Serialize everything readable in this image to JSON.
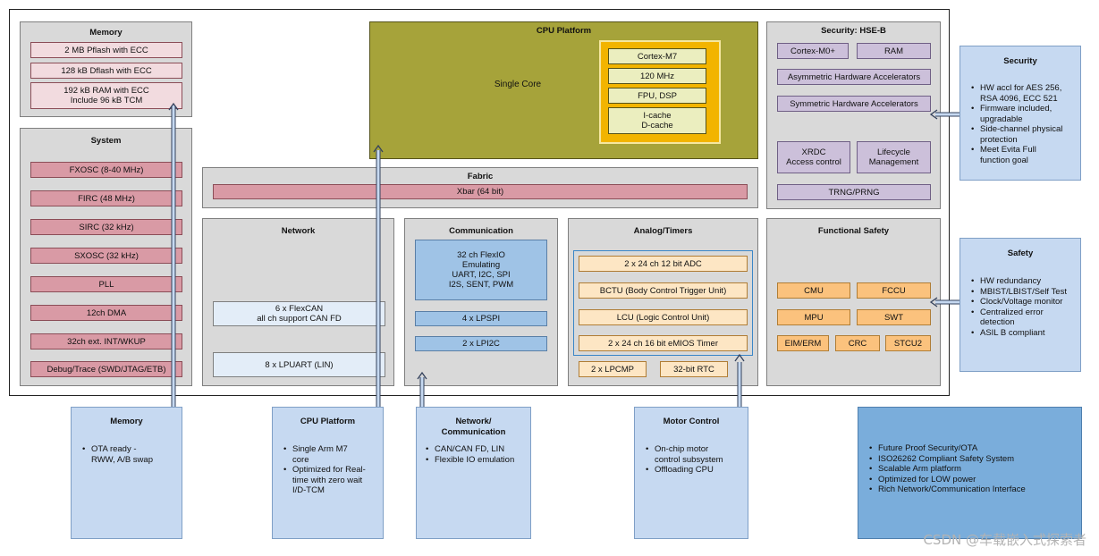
{
  "memory_block": {
    "title": "Memory",
    "items": [
      "2 MB Pflash with ECC",
      "128 kB Dflash with ECC",
      "192 kB RAM with ECC\nInclude 96 kB TCM"
    ]
  },
  "system_block": {
    "title": "System",
    "items": [
      "FXOSC (8-40 MHz)",
      "FIRC (48 MHz)",
      "SIRC (32 kHz)",
      "SXOSC (32 kHz)",
      "PLL",
      "12ch DMA",
      "32ch ext. INT/WKUP",
      "Debug/Trace (SWD/JTAG/ETB)"
    ]
  },
  "cpu_block": {
    "title": "CPU Platform",
    "single_core": "Single Core",
    "core_items": [
      "Cortex-M7",
      "120 MHz",
      "FPU, DSP",
      "I-cache\nD-cache"
    ]
  },
  "security_block": {
    "title": "Security: HSE-B",
    "cortex": "Cortex-M0+",
    "ram": "RAM",
    "asym": "Asymmetric Hardware Accelerators",
    "sym": "Symmetric Hardware Accelerators",
    "xrdc": "XRDC\nAccess control",
    "lifecycle": "Lifecycle\nManagement",
    "trng": "TRNG/PRNG"
  },
  "fabric_block": {
    "title": "Fabric",
    "xbar": "Xbar (64 bit)"
  },
  "network_block": {
    "title": "Network",
    "items": [
      "6 x FlexCAN\nall ch support CAN FD",
      "8 x LPUART (LIN)"
    ]
  },
  "communication_block": {
    "title": "Communication",
    "items": [
      "32 ch FlexIO\nEmulating\nUART, I2C, SPI\nI2S, SENT, PWM",
      "4 x LPSPI",
      "2 x LPI2C"
    ]
  },
  "analog_block": {
    "title": "Analog/Timers",
    "items": [
      "2 x 24 ch 12 bit ADC",
      "BCTU (Body Control Trigger Unit)",
      "LCU (Logic Control Unit)",
      "2 x 24 ch 16 bit eMIOS Timer"
    ],
    "lpcmp": "2 x LPCMP",
    "rtc": "32-bit RTC"
  },
  "safety_block": {
    "title": "Functional Safety",
    "items": [
      "CMU",
      "FCCU",
      "MPU",
      "SWT",
      "EIM/ERM",
      "CRC",
      "STCU2"
    ]
  },
  "notes": {
    "security": {
      "title": "Security",
      "bullets": [
        "HW accl for AES 256,\nRSA 4096, ECC 521",
        "Firmware included,\nupgradable",
        "Side-channel physical\nprotection",
        "Meet Evita Full\nfunction goal"
      ]
    },
    "safety": {
      "title": "Safety",
      "bullets": [
        "HW redundancy",
        "MBIST/LBIST/Self Test",
        "Clock/Voltage monitor",
        "Centralized error\ndetection",
        "ASIL B compliant"
      ]
    },
    "memory": {
      "title": "Memory",
      "bullets": [
        "OTA ready -\nRWW, A/B swap"
      ]
    },
    "cpu": {
      "title": "CPU Platform",
      "bullets": [
        "Single Arm M7\ncore",
        "Optimized for Real-\ntime with zero wait\nI/D-TCM"
      ]
    },
    "network": {
      "title": "Network/\nCommunication",
      "bullets": [
        "CAN/CAN FD, LIN",
        "Flexible IO emulation"
      ]
    },
    "motor": {
      "title": "Motor Control",
      "bullets": [
        "On-chip motor\ncontrol subsystem",
        "Offloading CPU"
      ]
    },
    "summary": {
      "bullets": [
        "Future Proof Security/OTA",
        "ISO26262 Compliant Safety System",
        "Scalable Arm platform",
        "Optimized for LOW power",
        "Rich Network/Communication Interface"
      ]
    }
  },
  "watermark": "CSDN @车载嵌入式探索者",
  "colors": {
    "panel": "#d9d9d9",
    "pink": "#d99aa5",
    "olive": "#a6a33a",
    "gold": "#f2b400",
    "lavender": "#ccc0da",
    "note_blue": "#c6d9f1",
    "summary_blue": "#7aaddb",
    "orange": "#fbc27d",
    "peach": "#fde6c4"
  }
}
